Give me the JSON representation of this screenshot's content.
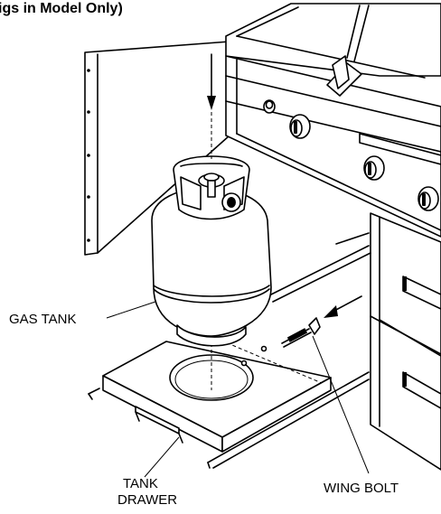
{
  "header_fragment": "igs in Model Only)",
  "labels": {
    "gas_tank": "GAS TANK",
    "tank_drawer_line1": "TANK",
    "tank_drawer_line2": "DRAWER",
    "wing_bolt": "WING  BOLT"
  }
}
